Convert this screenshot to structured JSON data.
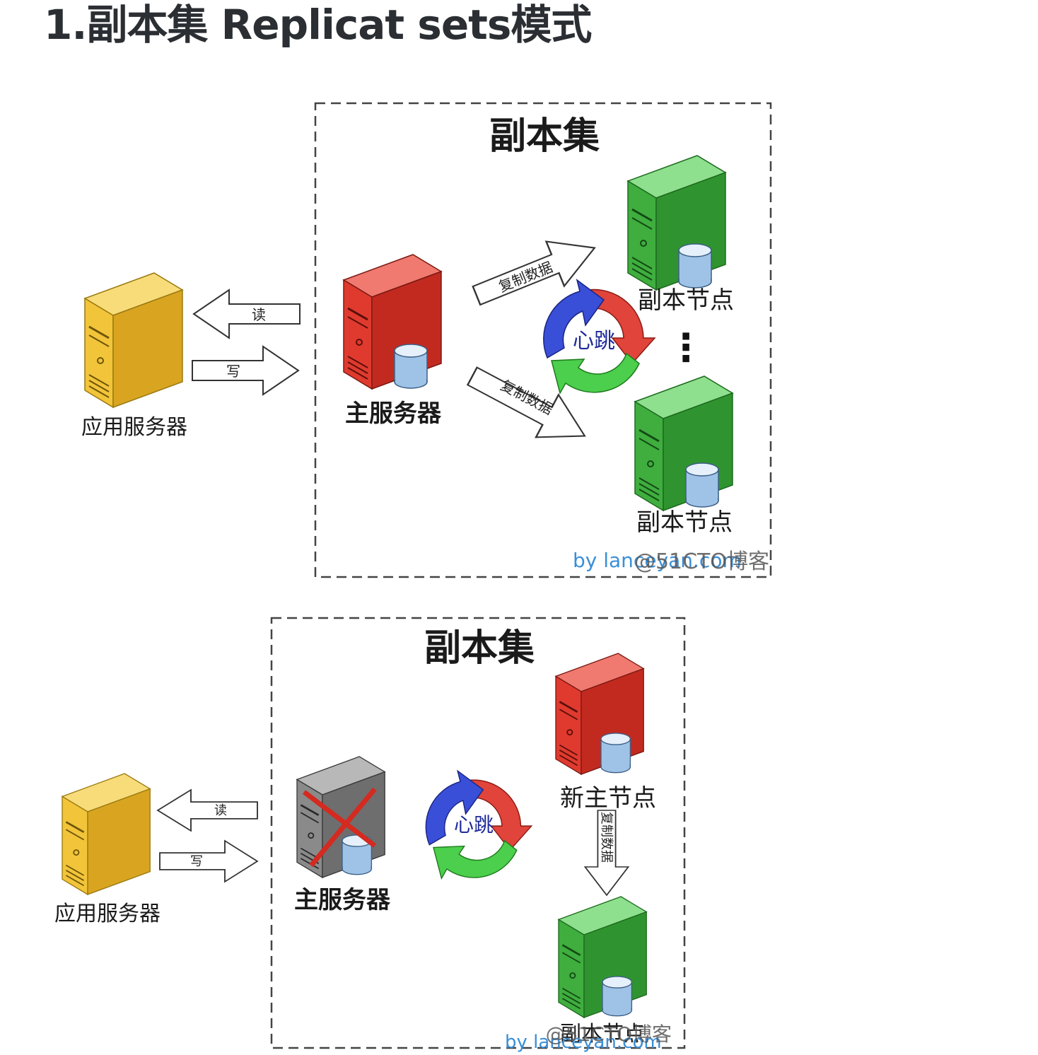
{
  "heading": "1.副本集 Replicat sets模式",
  "colors": {
    "app_server": "#f2c43a",
    "primary_server": "#e03a2e",
    "secondary_server": "#3fae3f",
    "failed_server": "#8a8a8a",
    "heartbeat_blue": "#3a4fd8",
    "heartbeat_red": "#e0443a",
    "heartbeat_green": "#4ccf4c",
    "watermark_blue": "#3a8fd8"
  },
  "diagram_top": {
    "title": "副本集",
    "app_server_label": "应用服务器",
    "read_label": "读",
    "write_label": "写",
    "primary_label": "主服务器",
    "replicate_label_1": "复制数据",
    "replicate_label_2": "复制数据",
    "heartbeat_label": "心跳",
    "secondary_label_1": "副本节点",
    "secondary_label_2": "副本节点",
    "ellipsis": "⋮",
    "watermark_blue": "by lanceyan.com",
    "watermark_gray": "@51CTO博客"
  },
  "diagram_bottom": {
    "title": "副本集",
    "app_server_label": "应用服务器",
    "read_label": "读",
    "write_label": "写",
    "failed_primary_label": "主服务器",
    "heartbeat_label": "心跳",
    "new_primary_label": "新主节点",
    "replicate_label": "复制数据",
    "secondary_label": "副本节点",
    "watermark_blue": "by lanceyan.com",
    "watermark_gray": "@51CTO博客"
  }
}
